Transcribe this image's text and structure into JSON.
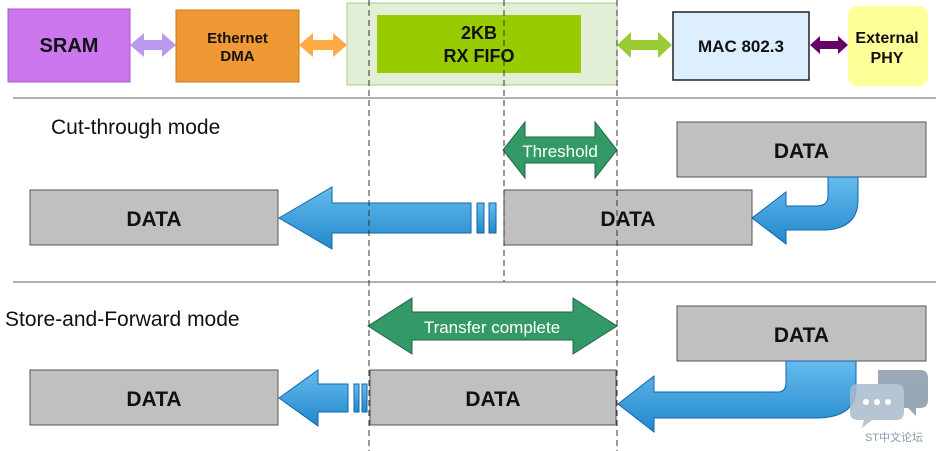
{
  "blocks": {
    "sram": "SRAM",
    "dma_line1": "Ethernet",
    "dma_line2": "DMA",
    "fifo_line1": "2KB",
    "fifo_line2": "RX FIFO",
    "mac": "MAC 802.3",
    "phy_line1": "External",
    "phy_line2": "PHY"
  },
  "cut_through": {
    "mode_label": "Cut-through mode",
    "threshold_label": "Threshold",
    "incoming_data": "DATA",
    "fifo_data": "DATA",
    "sram_data": "DATA"
  },
  "store_forward": {
    "mode_label": "Store-and-Forward mode",
    "transfer_label": "Transfer complete",
    "incoming_data": "DATA",
    "fifo_data": "DATA",
    "sram_data": "DATA"
  },
  "watermark": {
    "text": "ST中文论坛"
  },
  "colors": {
    "sram": "#cc77ee",
    "dma": "#ee9933",
    "fifo_outer": "#e2efd6",
    "fifo_inner": "#99cc00",
    "mac": "#ddeeff",
    "phy": "#ffff99",
    "data_box": "#c0c0c0",
    "flow_arrow": "#3399dd",
    "green_arrow": "#339966"
  }
}
